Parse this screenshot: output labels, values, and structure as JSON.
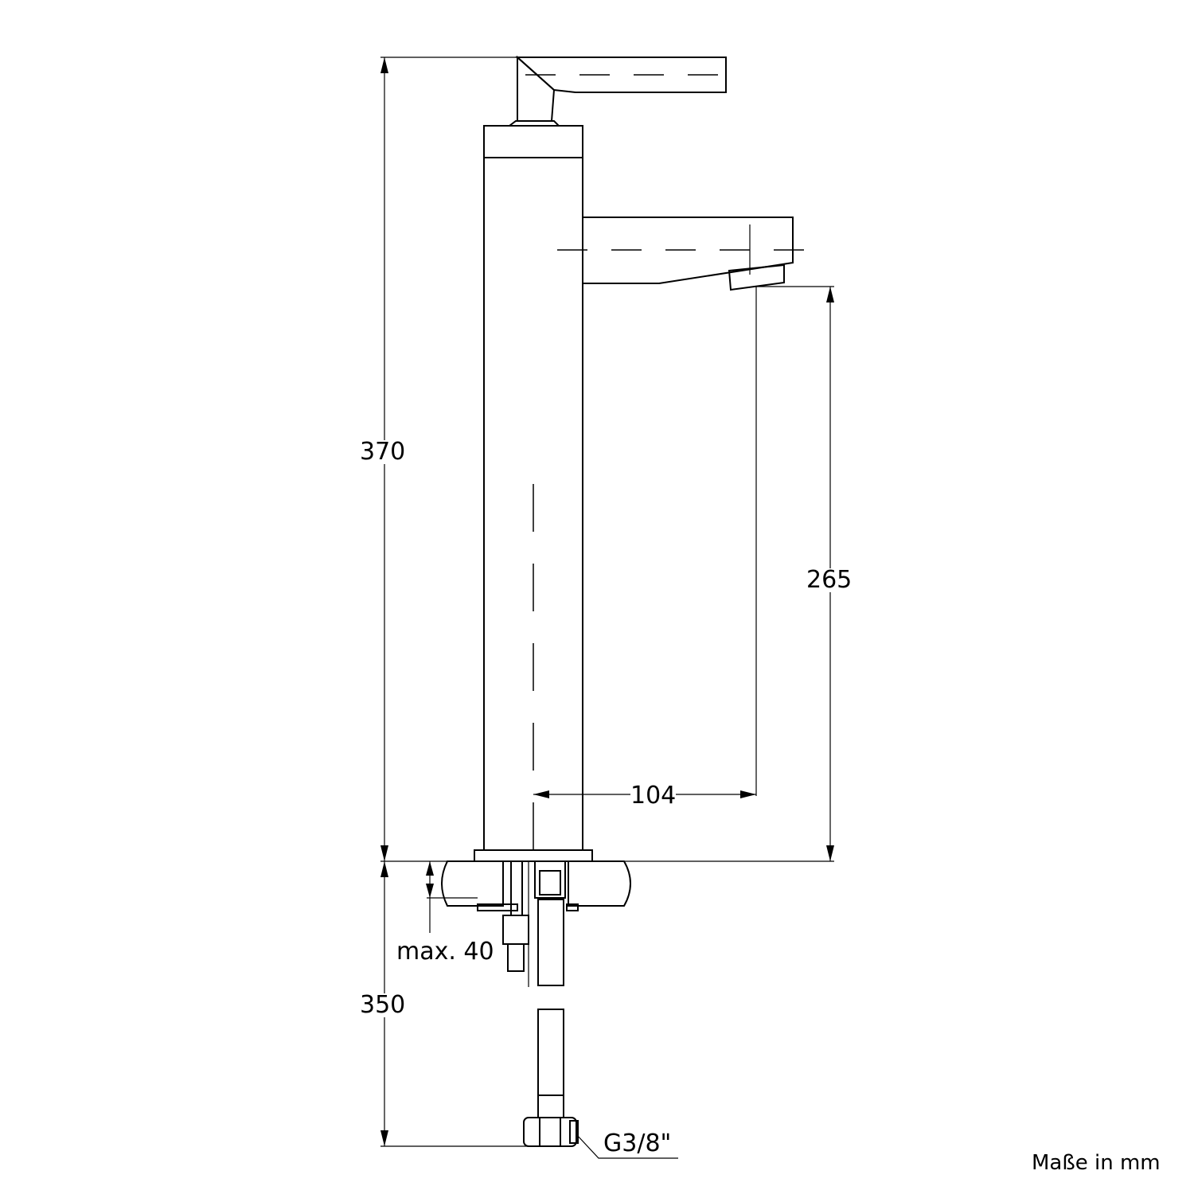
{
  "dimensions": {
    "total_height": "370",
    "spout_height": "265",
    "spout_reach": "104",
    "counter_thickness": "max. 40",
    "hose_length": "350",
    "thread": "G3/8\""
  },
  "unit_note": "Maße in mm"
}
